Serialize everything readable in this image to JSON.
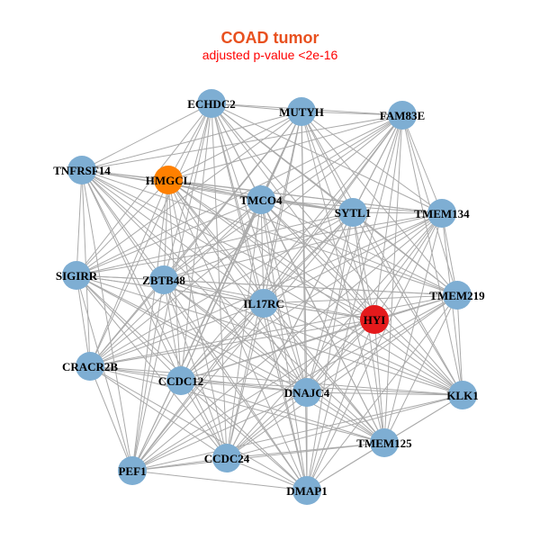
{
  "title": "COAD tumor",
  "subtitle": "adjusted p-value <2e-16",
  "colors": {
    "title": "#e8501e",
    "subtitle": "#ff0000",
    "edge": "#aaaaaa",
    "default_node": "#7eaed3",
    "highlight_orange": "#ff8000",
    "highlight_red": "#e41a1c"
  },
  "nodes": [
    {
      "id": "ECHDC2",
      "label": "ECHDC2",
      "color": "default"
    },
    {
      "id": "MUTYH",
      "label": "MUTYH",
      "color": "default"
    },
    {
      "id": "FAM83E",
      "label": "FAM83E",
      "color": "default"
    },
    {
      "id": "TNFRSF14",
      "label": "TNFRSF14",
      "color": "default"
    },
    {
      "id": "HMGCL",
      "label": "HMGCL",
      "color": "orange"
    },
    {
      "id": "TMCO4",
      "label": "TMCO4",
      "color": "default"
    },
    {
      "id": "SYTL1",
      "label": "SYTL1",
      "color": "default"
    },
    {
      "id": "TMEM134",
      "label": "TMEM134",
      "color": "default"
    },
    {
      "id": "SIGIRR",
      "label": "SIGIRR",
      "color": "default"
    },
    {
      "id": "ZBTB48",
      "label": "ZBTB48",
      "color": "default"
    },
    {
      "id": "IL17RC",
      "label": "IL17RC",
      "color": "default"
    },
    {
      "id": "HYI",
      "label": "HYI",
      "color": "red"
    },
    {
      "id": "TMEM219",
      "label": "TMEM219",
      "color": "default"
    },
    {
      "id": "CRACR2B",
      "label": "CRACR2B",
      "color": "default"
    },
    {
      "id": "CCDC12",
      "label": "CCDC12",
      "color": "default"
    },
    {
      "id": "DNAJC4",
      "label": "DNAJC4",
      "color": "default"
    },
    {
      "id": "KLK1",
      "label": "KLK1",
      "color": "default"
    },
    {
      "id": "TMEM125",
      "label": "TMEM125",
      "color": "default"
    },
    {
      "id": "PEF1",
      "label": "PEF1",
      "color": "default"
    },
    {
      "id": "CCDC24",
      "label": "CCDC24",
      "color": "default"
    },
    {
      "id": "DMAP1",
      "label": "DMAP1",
      "color": "default"
    }
  ],
  "edges": "all-pairs"
}
